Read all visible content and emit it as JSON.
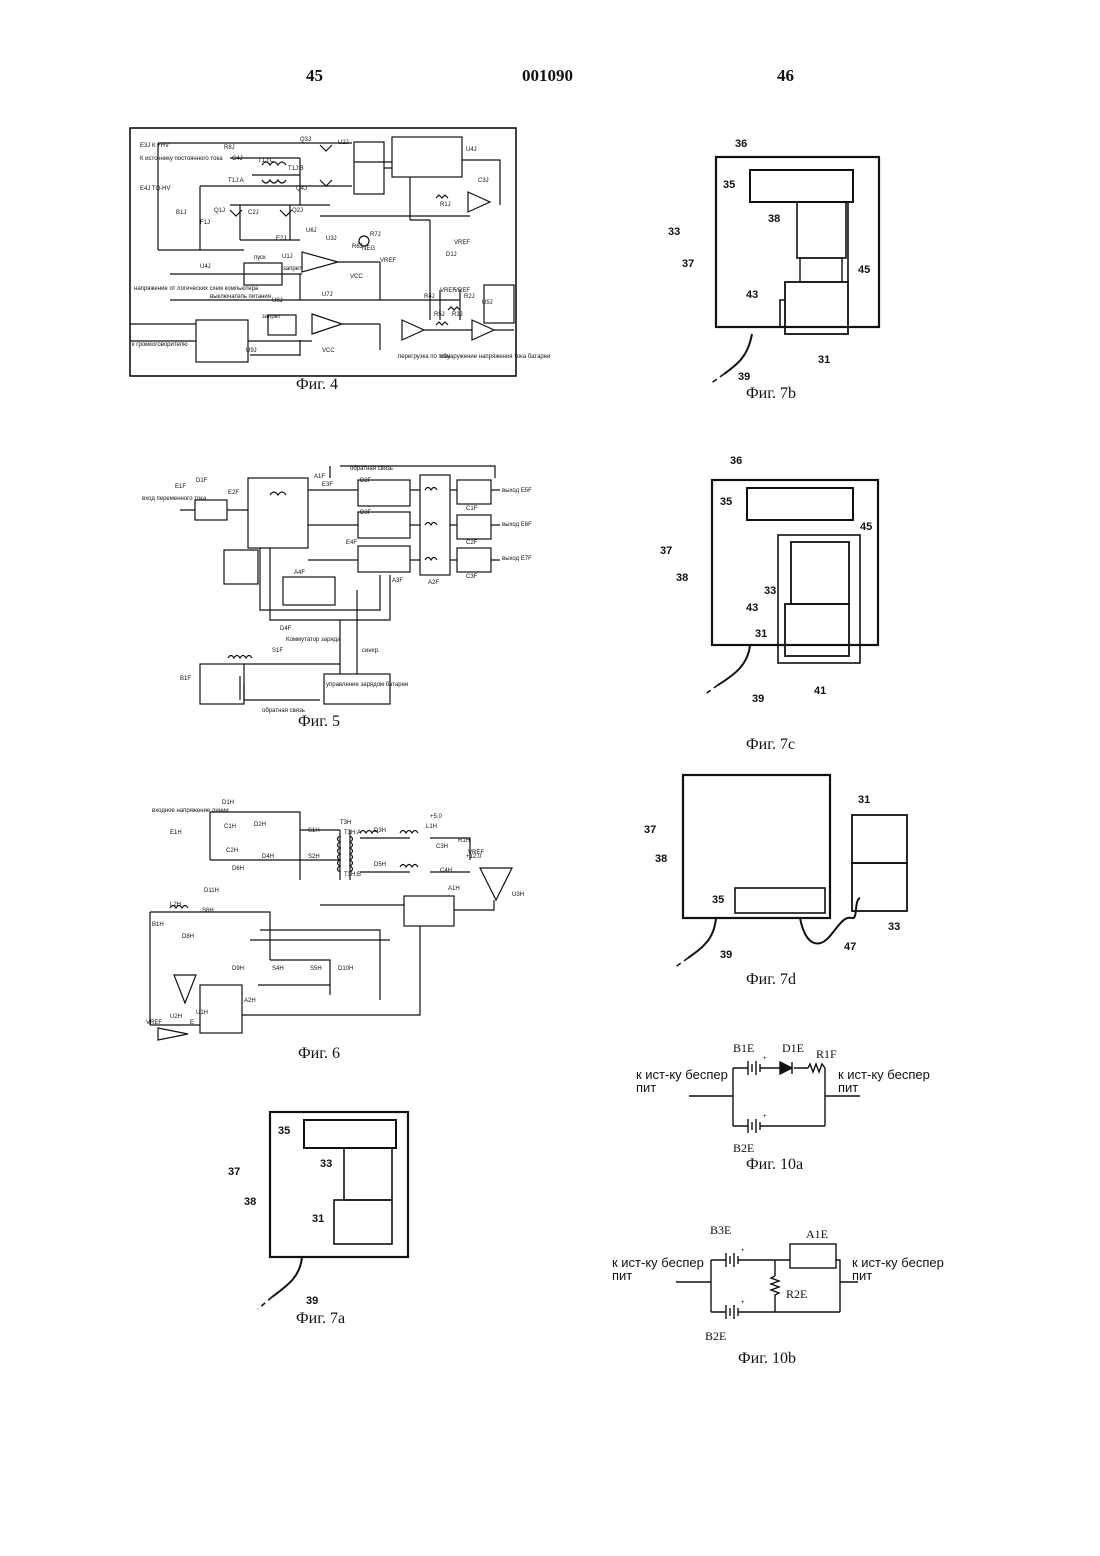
{
  "header": {
    "page_left": "45",
    "doc_number": "001090",
    "page_right": "46"
  },
  "captions": {
    "fig4": "Фиг. 4",
    "fig5": "Фиг. 5",
    "fig6": "Фиг. 6",
    "fig7a": "Фиг. 7a",
    "fig7b": "Фиг. 7b",
    "fig7c": "Фиг. 7c",
    "fig7d": "Фиг. 7d",
    "fig10a": "Фиг. 10a",
    "fig10b": "Фиг. 10b"
  },
  "fig4": {
    "to_dc_source": "К источнику постоянного тока",
    "to_hv": "E3J  К +HV",
    "e4j": "E4J  TO-HV",
    "logic_voltage": "напряжение от логических схем компьютера",
    "power_switch": "выключатель питания",
    "to_speaker": "к громкоговорителю",
    "overload": "перегрузка по току",
    "battery_detect": "обнаружение напряжения тока батареи",
    "start": "пуск",
    "inhibit": "запрет",
    "inhibit2": "запрет",
    "parts": [
      "Q3J",
      "U2J",
      "U4J",
      "C3J",
      "R8J",
      "C4J",
      "T1J:C",
      "T1J:B",
      "T1J:A",
      "Q4J",
      "B1J",
      "F1J",
      "Q1J",
      "C2J",
      "Q2J",
      "R1J",
      "U3J",
      "E2J",
      "U6J",
      "R7J",
      "NEG",
      "R6J",
      "VREF",
      "VCC",
      "U4J",
      "U1J",
      "U7J",
      "U8J",
      "U9J",
      "R4J",
      "R5J",
      "R3J",
      "R2J",
      "U5J",
      "D1J",
      "VREF",
      "VREF",
      "VREF",
      "VCC"
    ]
  },
  "fig5": {
    "ac_input": "вход переменного тока",
    "feedback_top": "обратная связь",
    "feedback_bottom": "обратная связь",
    "out1": "выход E5F",
    "out2": "выход E6F",
    "out3": "выход E7F",
    "charge_switch": "Коммутатор заряда",
    "sync": "синхр.",
    "battery_control": "управление зарядом батареи",
    "parts": [
      "E1F",
      "D1F",
      "E2F",
      "A1F",
      "E3F",
      "D2F",
      "D3F",
      "E4F",
      "A4F",
      "A3F",
      "A2F",
      "C1F",
      "C2F",
      "C3F",
      "D4F",
      "S1F",
      "B1F"
    ]
  },
  "fig6": {
    "line_input": "входное напряжение линии",
    "parts": [
      "D1H",
      "C1H",
      "D2H",
      "S1H",
      "C2H",
      "D4H",
      "S2H",
      "D6H",
      "E1H",
      "T3H",
      "T3H:A",
      "T3H:B",
      "D3H",
      "L1H",
      "D5H",
      "C3H",
      "C4H",
      "R1H",
      "+5.0",
      "+12.0",
      "VREF",
      "U3H",
      "L2H",
      "D11H",
      "S6H",
      "A1H",
      "B1H",
      "D8H",
      "U1H",
      "VREF",
      "U2H",
      "A2H",
      "D9H",
      "S4H",
      "S5H",
      "D10H",
      "E"
    ]
  },
  "fig7a": {
    "labels": [
      "35",
      "33",
      "37",
      "38",
      "31",
      "39"
    ]
  },
  "fig7b": {
    "labels": [
      "36",
      "35",
      "33",
      "37",
      "38",
      "45",
      "43",
      "31",
      "39"
    ]
  },
  "fig7c": {
    "labels": [
      "36",
      "35",
      "45",
      "37",
      "38",
      "33",
      "43",
      "31",
      "41",
      "39"
    ]
  },
  "fig7d": {
    "labels": [
      "31",
      "37",
      "38",
      "35",
      "33",
      "47",
      "39"
    ]
  },
  "fig10a": {
    "left": "к ист-ку беспер  пит",
    "right": "к ист-ку беспер  пит",
    "parts": [
      "B1E",
      "D1E",
      "R1F",
      "B2E"
    ]
  },
  "fig10b": {
    "left": "к ист-ку беспер  пит",
    "right": "к ист-ку беспер  пит",
    "parts": [
      "B3E",
      "A1E",
      "R2E",
      "B2E"
    ]
  }
}
